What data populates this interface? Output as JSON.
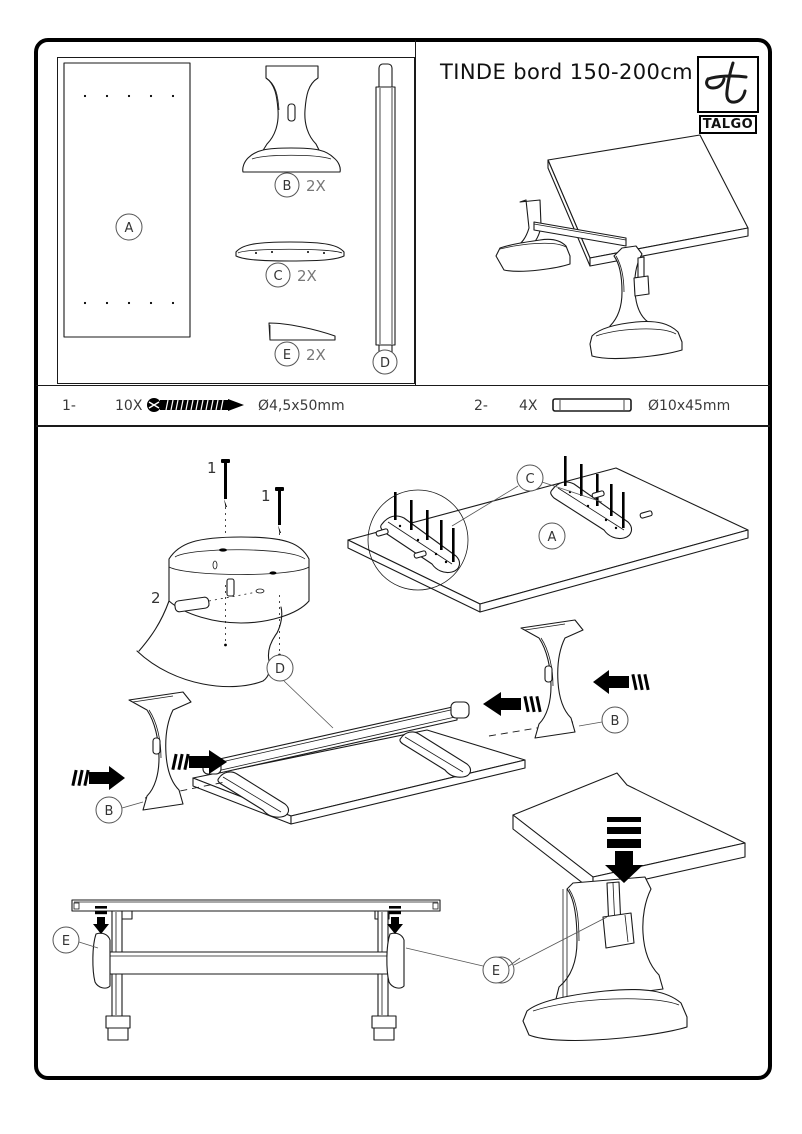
{
  "document": {
    "title": "TINDE bord 150-200cm",
    "brand": "TALGO",
    "brand_mark": "t",
    "type": "furniture-assembly-instruction-sheet"
  },
  "parts_panel": {
    "label": "parts-list",
    "parts": [
      {
        "id": "A",
        "qty": "",
        "name": "tabletop",
        "icon": "tabletop-panel"
      },
      {
        "id": "B",
        "qty": "2X",
        "name": "pedestal-leg",
        "icon": "trestle-leg"
      },
      {
        "id": "C",
        "qty": "2X",
        "name": "cross-rail",
        "icon": "cross-rail"
      },
      {
        "id": "D",
        "qty": "",
        "name": "stretcher-beam",
        "icon": "stretcher-beam"
      },
      {
        "id": "E",
        "qty": "2X",
        "name": "locking-wedge",
        "icon": "wedge"
      }
    ]
  },
  "hardware": {
    "label": "hardware-list",
    "items": [
      {
        "ref": "1-",
        "qty": "10X",
        "spec": "Ø4,5x50mm",
        "icon": "screw-icon",
        "name": "wood-screw"
      },
      {
        "ref": "2-",
        "qty": "4X",
        "spec": "Ø10x45mm",
        "icon": "dowel-icon",
        "name": "wooden-dowel"
      }
    ]
  },
  "overview": {
    "label": "assembled-table-illustration",
    "caption": ""
  },
  "steps": [
    {
      "id": "step-leg-rail",
      "name": "attach-rail-to-leg",
      "callouts": [
        "1",
        "1",
        "2"
      ],
      "balloons": []
    },
    {
      "id": "step-rails-to-top",
      "name": "mount-cross-rails-to-tabletop",
      "callouts": [],
      "balloons": [
        "C",
        "A"
      ]
    },
    {
      "id": "step-legs-stretcher",
      "name": "slide-legs-and-stretcher",
      "callouts": [],
      "balloons": [
        "D",
        "B",
        "B"
      ]
    },
    {
      "id": "step-wedge-side",
      "name": "drive-wedges-side-view",
      "callouts": [],
      "balloons": [
        "E",
        "E"
      ]
    },
    {
      "id": "step-wedge-detail",
      "name": "drive-wedge-detail-view",
      "callouts": [],
      "balloons": [
        "E"
      ]
    }
  ],
  "colors": {
    "line": "#1a1a1a",
    "frame": "#000000",
    "balloon_text": "#333333",
    "hardware_text": "#3a3a3a",
    "paper": "#ffffff"
  }
}
